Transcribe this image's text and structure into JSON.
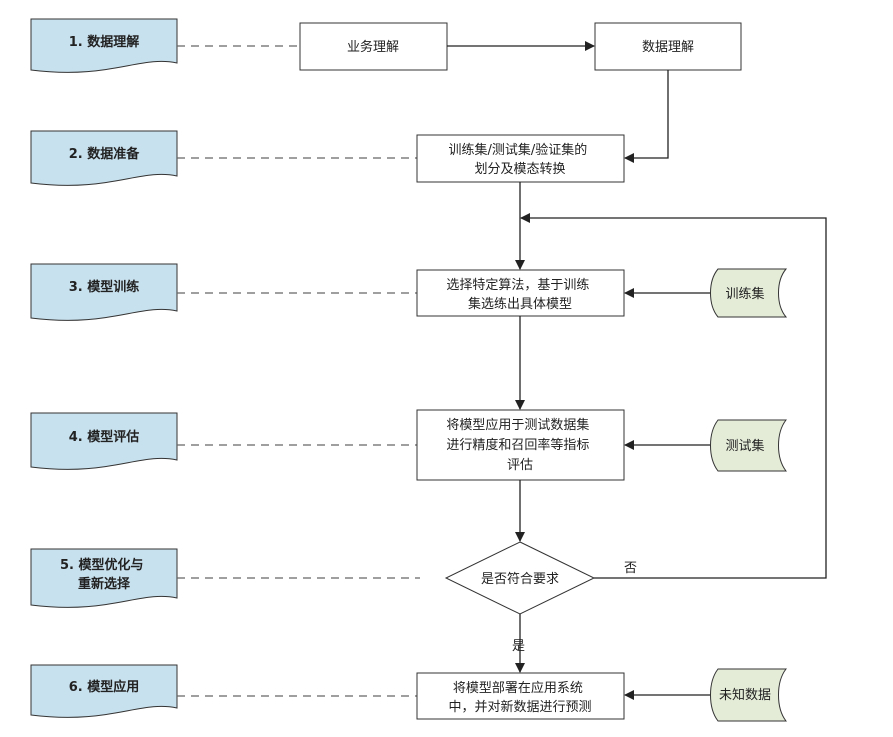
{
  "stages": [
    {
      "lines": [
        "1. 数据理解"
      ]
    },
    {
      "lines": [
        "2. 数据准备"
      ]
    },
    {
      "lines": [
        "3. 模型训练"
      ]
    },
    {
      "lines": [
        "4. 模型评估"
      ]
    },
    {
      "lines": [
        "5. 模型优化与",
        "重新选择"
      ]
    },
    {
      "lines": [
        "6. 模型应用"
      ]
    }
  ],
  "process": {
    "business_understanding": [
      "业务理解"
    ],
    "data_understanding": [
      "数据理解"
    ],
    "data_preparation": [
      "训练集/测试集/验证集的",
      "划分及模态转换"
    ],
    "training": [
      "选择特定算法，基于训练",
      "集选练出具体模型"
    ],
    "evaluation": [
      "将模型应用于测试数据集",
      "进行精度和召回率等指标",
      "评估"
    ],
    "decision": [
      "是否符合要求"
    ],
    "deployment": [
      "将模型部署在应用系统",
      "中，并对新数据进行预测"
    ]
  },
  "datasets": {
    "train": "训练集",
    "test": "测试集",
    "unknown": "未知数据"
  },
  "branch_labels": {
    "no": "否",
    "yes": "是"
  },
  "colors": {
    "stage_fill": "#c8e1ee",
    "data_fill": "#e4ecd8",
    "line": "#333333",
    "dash": "#666666"
  }
}
